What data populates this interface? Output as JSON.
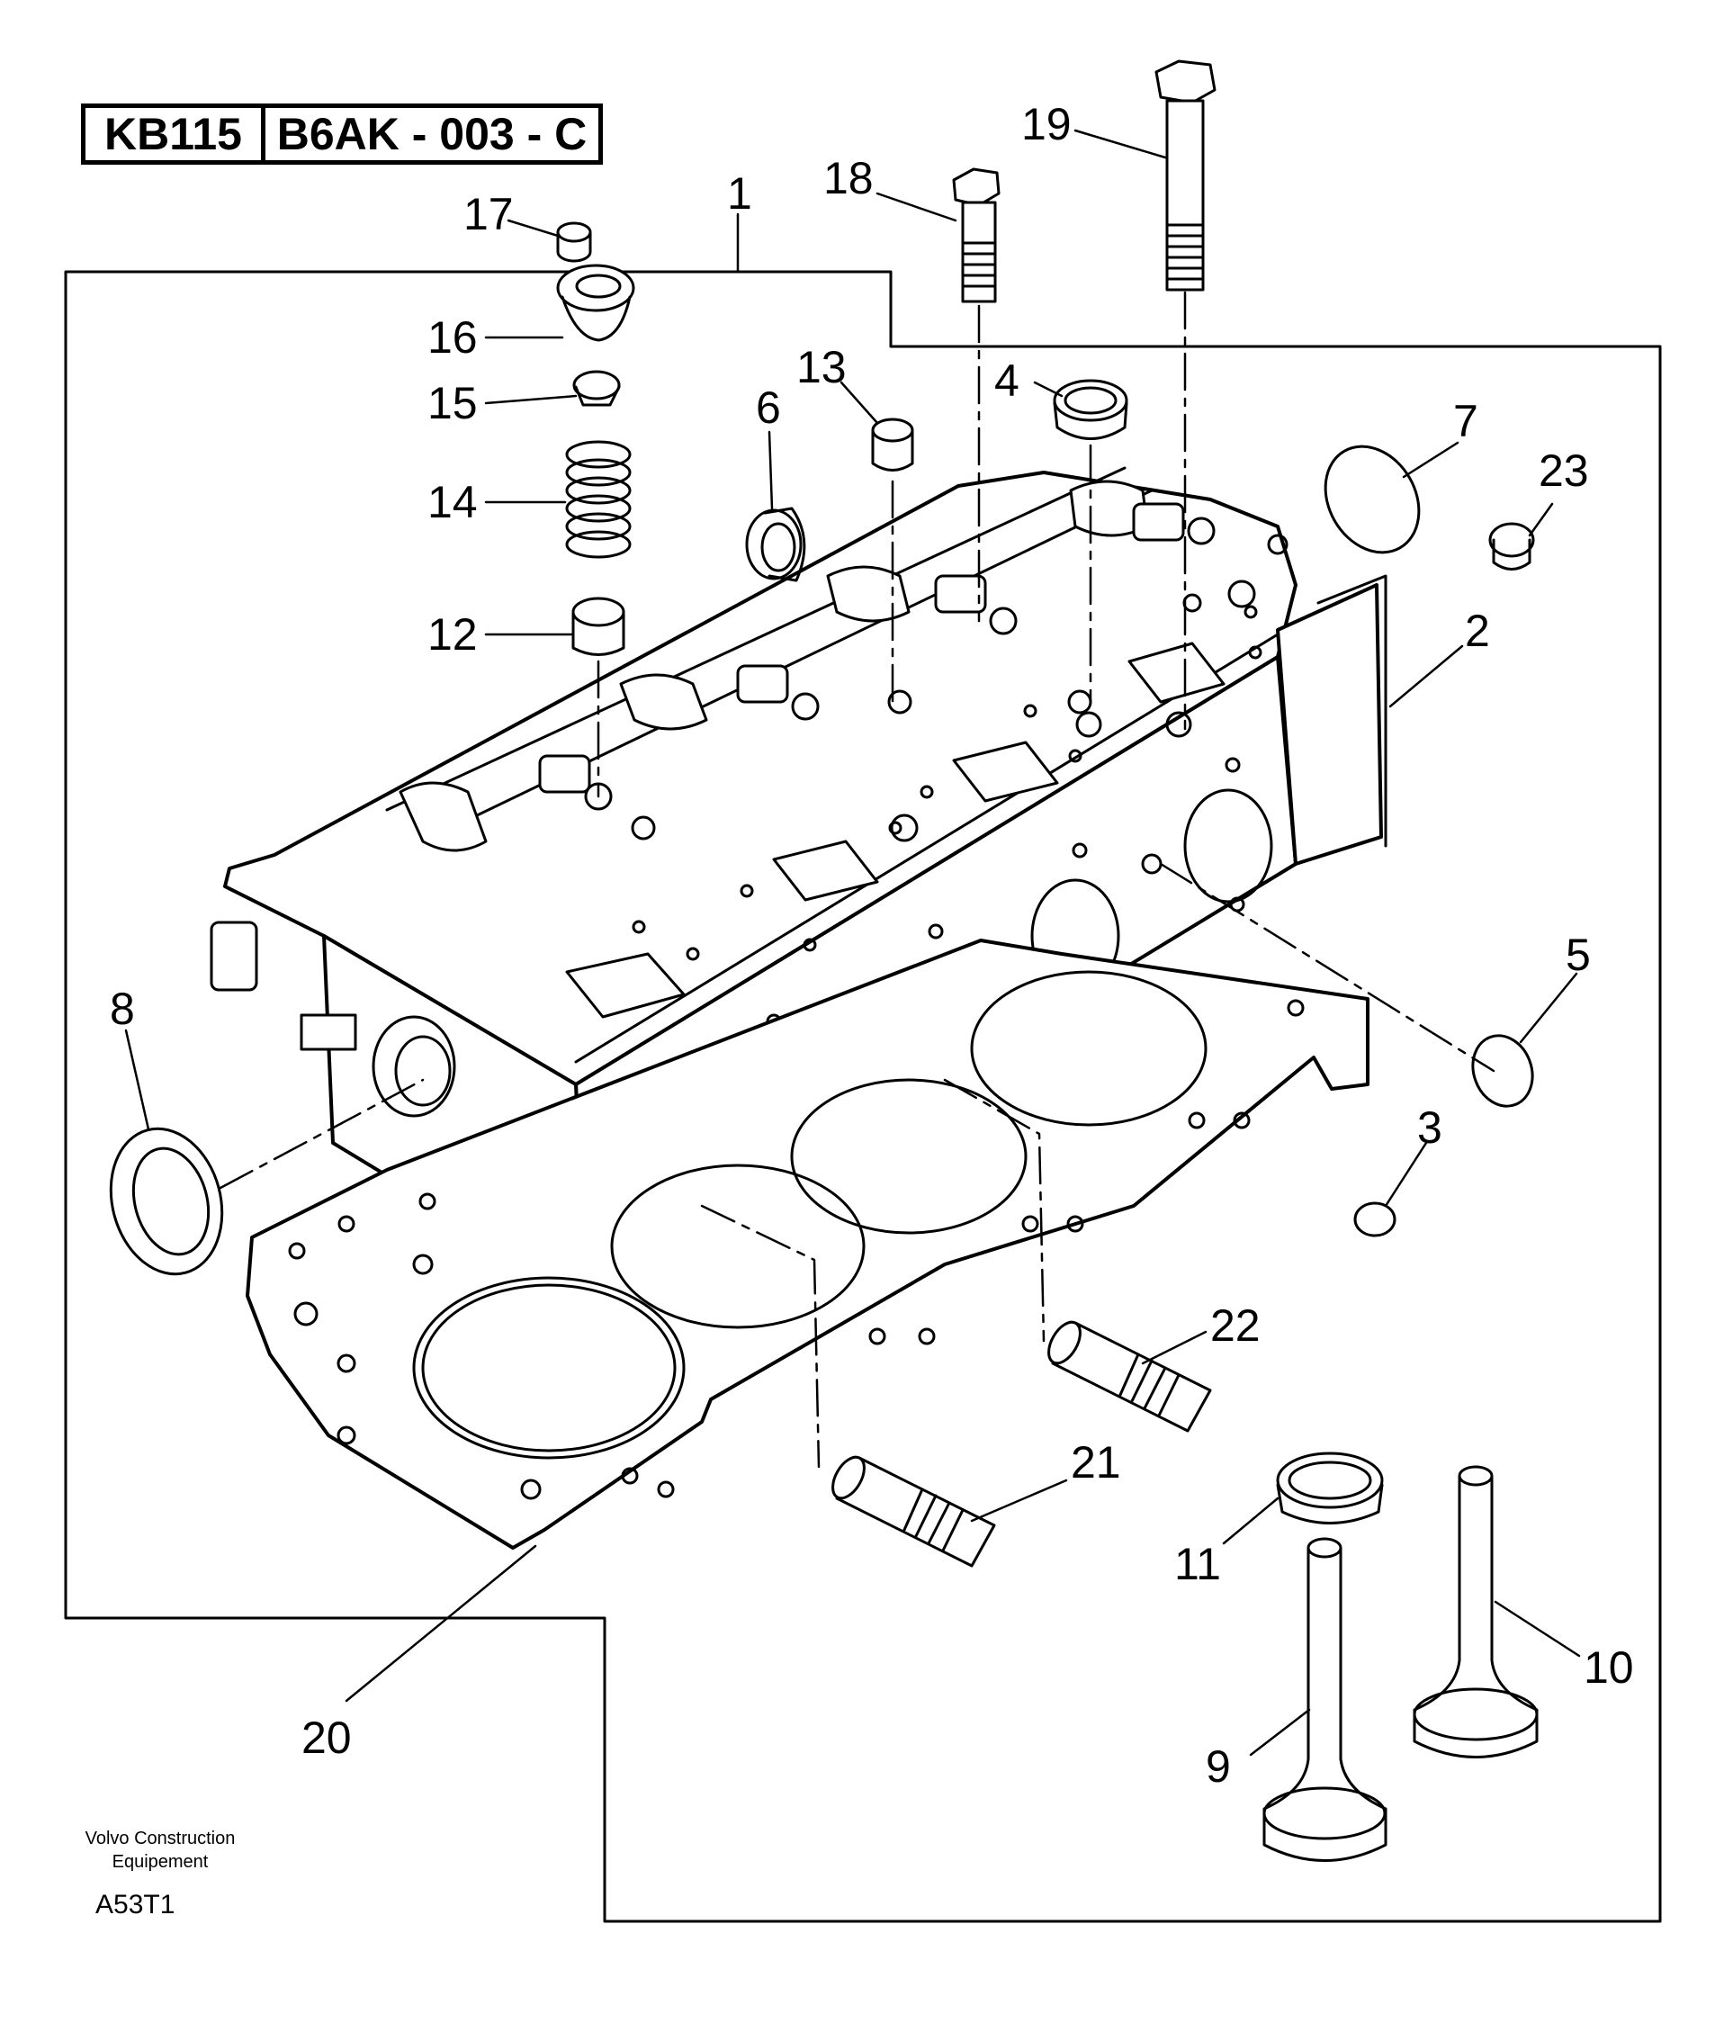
{
  "header": {
    "code": "KB115",
    "reference": "B6AK - 003 - C"
  },
  "callouts": [
    "1",
    "2",
    "3",
    "4",
    "5",
    "6",
    "7",
    "8",
    "9",
    "10",
    "11",
    "12",
    "13",
    "14",
    "15",
    "16",
    "17",
    "18",
    "19",
    "20",
    "21",
    "22",
    "23"
  ],
  "footer": {
    "company_line1": "Volvo Construction",
    "company_line2": "Equipement",
    "figure_code": "A53T1"
  },
  "colors": {
    "ink": "#000000",
    "paper": "#ffffff"
  }
}
